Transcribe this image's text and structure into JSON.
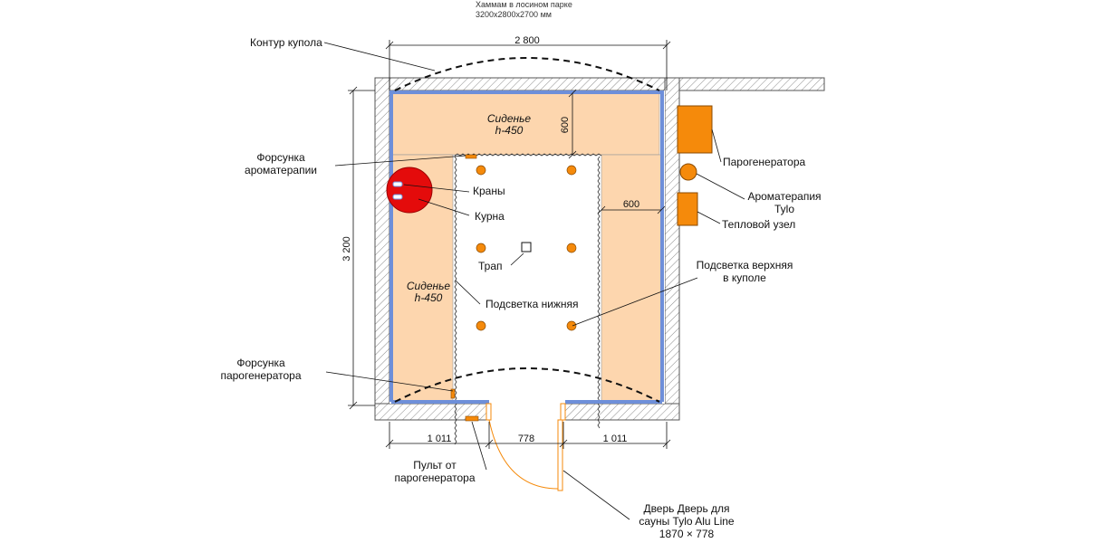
{
  "header": {
    "title": "Хаммам в лосином парке",
    "size": "3200х2800х2700 мм"
  },
  "dimensions": {
    "top_width": "2 800",
    "height": "3 200",
    "bench_top_depth": "600",
    "bench_right_width": "600",
    "bottom_left": "1 011",
    "bottom_door": "778",
    "bottom_right": "1 011"
  },
  "benches": {
    "top": [
      "Сиденье",
      "h-450"
    ],
    "left": [
      "Сиденье",
      "h-450"
    ]
  },
  "labels": {
    "dome_contour": "Контур  купола",
    "aroma_nozzle": [
      "Форсунка",
      "ароматерапии"
    ],
    "taps": "Краны",
    "kurna": "Курна",
    "drain": "Трап",
    "lower_light": "Подсветка нижняя",
    "steam_nozzle": [
      "Форсунка",
      "парогенератора"
    ],
    "remote": [
      "Пульт от",
      "парогенератора"
    ],
    "steam_generator": "Парогенератора",
    "aromatherapy": [
      "Ароматерапия",
      "Tylo"
    ],
    "heat_node": "Тепловой узел",
    "upper_light": [
      "Подсветка верхняя",
      "в куполе"
    ],
    "door": [
      "Дверь Дверь для",
      "сауны Tylo Alu Line",
      "1870 × 778"
    ]
  },
  "colors": {
    "bench": "#FDD6AE",
    "wall_liner": "#6E8FD9",
    "equipment": "#F58A0B",
    "kurna": "#E40B0B",
    "door": "#F58A0B"
  }
}
